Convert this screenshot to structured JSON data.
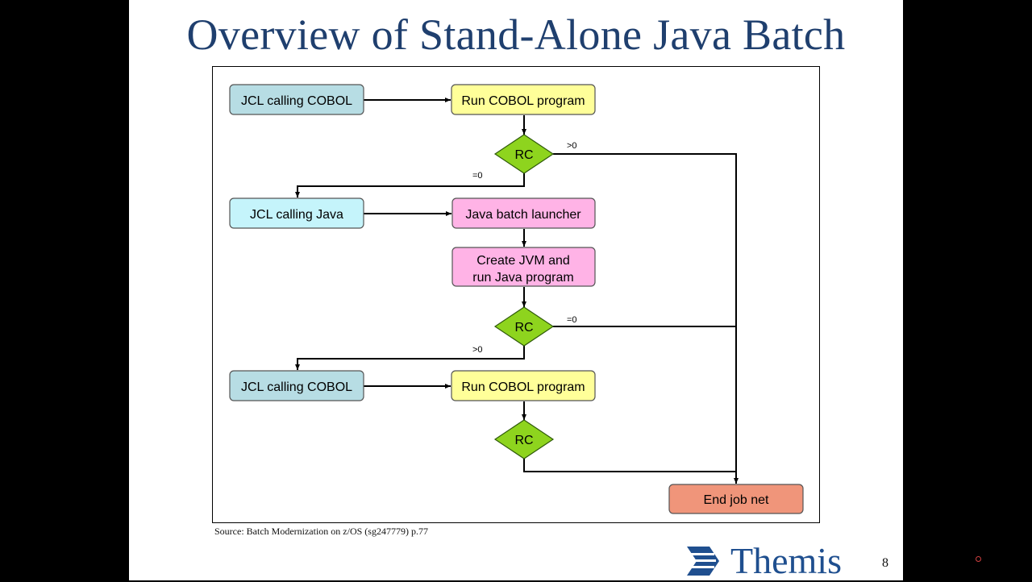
{
  "slide": {
    "title": "Overview of Stand-Alone Java Batch",
    "source": "Source: Batch Modernization on z/OS (sg247779) p.77",
    "page_number": "8",
    "logo_text": "Themis"
  },
  "diagram": {
    "nodes": {
      "jcl_cobol_1": "JCL calling COBOL",
      "run_cobol_1": "Run COBOL program",
      "rc_1": "RC",
      "jcl_java": "JCL calling Java",
      "java_launcher": "Java batch launcher",
      "create_jvm_line1": "Create JVM and",
      "create_jvm_line2": "run Java program",
      "rc_2": "RC",
      "jcl_cobol_2": "JCL calling COBOL",
      "run_cobol_2": "Run COBOL program",
      "rc_3": "RC",
      "end": "End job net"
    },
    "edge_labels": {
      "rc1_gt0": ">0",
      "rc1_eq0": "=0",
      "rc2_eq0": "=0",
      "rc2_gt0": ">0"
    }
  },
  "colors": {
    "title": "#1f3f6e",
    "cobol_jcl_fill": "#b7dde4",
    "java_jcl_fill": "#c5f4fb",
    "cobol_program_fill": "#ffff99",
    "java_fill": "#ffb3e6",
    "decision_fill": "#8ed41e",
    "end_fill": "#f0957a"
  }
}
